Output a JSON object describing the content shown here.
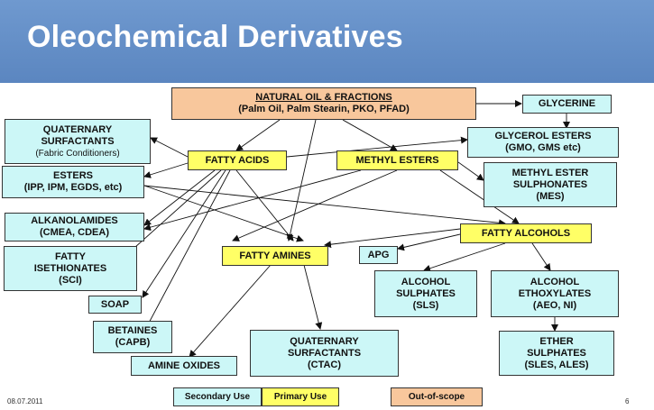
{
  "slide": {
    "title": "Oleochemical Derivatives",
    "date": "08.07.2011",
    "page_number": "6"
  },
  "nodes": {
    "natural_oil": {
      "line1": "NATURAL OIL & FRACTIONS",
      "line2": "(Palm Oil, Palm Stearin, PKO, PFAD)"
    },
    "glycerine": {
      "line1": "GLYCERINE"
    },
    "quaternary_top": {
      "line1": "QUATERNARY",
      "line2": "SURFACTANTS",
      "line3": "(Fabric Conditioners)"
    },
    "fatty_acids": {
      "line1": "FATTY ACIDS"
    },
    "methyl_esters": {
      "line1": "METHYL ESTERS"
    },
    "glycerol_esters": {
      "line1": "GLYCEROL ESTERS",
      "line2": "(GMO, GMS etc)"
    },
    "esters": {
      "line1": "ESTERS",
      "line2": "(IPP, IPM, EGDS, etc)"
    },
    "mes": {
      "line1": "METHYL ESTER",
      "line2": "SULPHONATES",
      "line3": "(MES)"
    },
    "alkanolamides": {
      "line1": "ALKANOLAMIDES",
      "line2": "(CMEA, CDEA)"
    },
    "fatty_alcohols": {
      "line1": "FATTY ALCOHOLS"
    },
    "fatty_isethionates": {
      "line1": "FATTY",
      "line2": "ISETHIONATES",
      "line3": "(SCI)"
    },
    "fatty_amines": {
      "line1": "FATTY AMINES"
    },
    "apg": {
      "line1": "APG"
    },
    "alcohol_sulphates": {
      "line1": "ALCOHOL",
      "line2": "SULPHATES",
      "line3": "(SLS)"
    },
    "alcohol_ethoxylates": {
      "line1": "ALCOHOL",
      "line2": "ETHOXYLATES",
      "line3": "(AEO, NI)"
    },
    "soap": {
      "line1": "SOAP"
    },
    "betaines": {
      "line1": "BETAINES",
      "line2": "(CAPB)"
    },
    "quaternary_bottom": {
      "line1": "QUATERNARY",
      "line2": "SURFACTANTS",
      "line3": "(CTAC)"
    },
    "ether_sulphates": {
      "line1": "ETHER",
      "line2": "SULPHATES",
      "line3": "(SLES, ALES)"
    },
    "amine_oxides": {
      "line1": "AMINE OXIDES"
    }
  },
  "legend": {
    "secondary": "Secondary Use",
    "primary": "Primary Use",
    "out_of_scope": "Out-of-scope"
  },
  "colors": {
    "header": "#6690c8",
    "secondary_fill": "#ccf7f7",
    "primary_fill": "#ffff66",
    "out_of_scope_fill": "#f8c79c",
    "title_text": "#ffffff"
  }
}
